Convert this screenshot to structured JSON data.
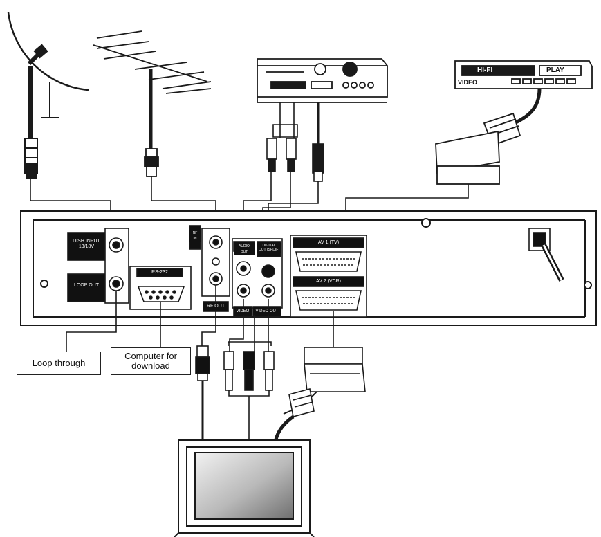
{
  "labels": {
    "loop_through": "Loop through",
    "computer_for_download_line1": "Computer for",
    "computer_for_download_line2": "download"
  },
  "vcr": {
    "hifi": "HI-FI",
    "mode": "PLAY",
    "video": "VIDEO"
  },
  "panel_tags": {
    "dish_input": "DISH INPUT 13/18V",
    "loop_out": "LOOP OUT",
    "rs232": "RS-232",
    "rf_in": "RF IN",
    "rf_out": "RF OUT",
    "audio_out": "AUDIO OUT",
    "digital_out": "DIGITAL OUT (SPDIF)",
    "av1_tv": "AV 1 (TV)",
    "av2_vcr": "AV 2 (VCR)",
    "video": "VIDEO",
    "video_out": "VIDEO OUT"
  },
  "colors": {
    "line": "#1a1a1a",
    "panel": "#ffffff",
    "dark": "#111111",
    "screen_light": "#dcdcdc",
    "screen_dark": "#8a8a8a"
  }
}
